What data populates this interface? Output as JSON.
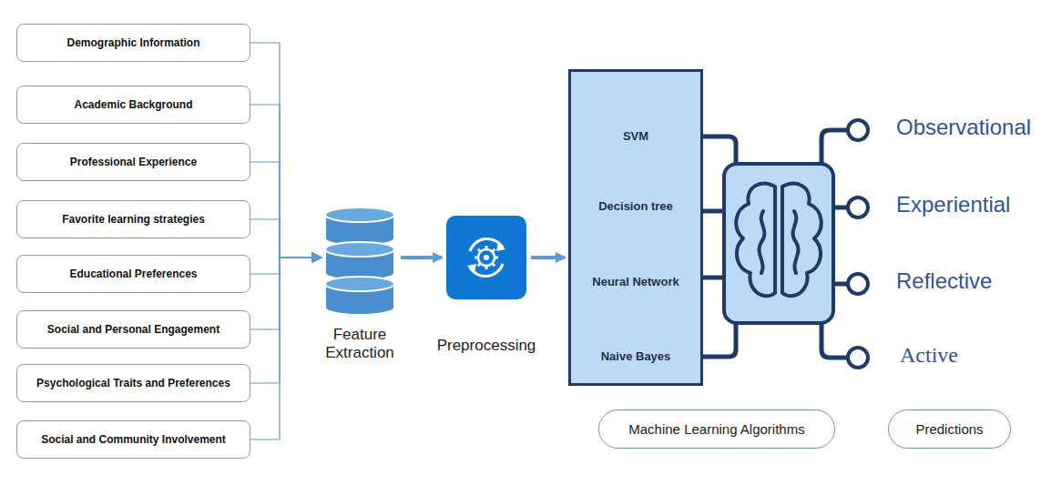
{
  "diagram": {
    "nodes": [
      {
        "text": [
          "Demographic Information"
        ]
      },
      {
        "text": [
          "Academic Background"
        ]
      },
      {
        "text": [
          "Professional Experience"
        ]
      },
      {
        "text": [
          "Favorite learning strategies"
        ]
      },
      {
        "text": [
          "Educational Preferences"
        ]
      },
      {
        "text": [
          "Social and Personal Engagement"
        ]
      },
      {
        "text": [
          "Psychological Traits and Preferences"
        ]
      },
      {
        "text": [
          "Social and Community Involvement"
        ]
      },
      {
        "text": [
          "Feature Extraction"
        ]
      },
      {
        "text": [
          "Preprocessing"
        ]
      },
      {
        "text": [
          "SVM",
          "Decision tree",
          "Neural Network",
          "Naive Bayes"
        ]
      },
      {
        "text": [
          "Machine Learning Algorithms"
        ]
      },
      {
        "text": [
          "Predictions"
        ]
      }
    ],
    "edges": [
      {
        "from": 0,
        "to": 8,
        "arrow": "to"
      },
      {
        "from": 1,
        "to": 8,
        "arrow": "to"
      },
      {
        "from": 2,
        "to": 8,
        "arrow": "to"
      },
      {
        "from": 3,
        "to": 8,
        "arrow": "to"
      },
      {
        "from": 4,
        "to": 8,
        "arrow": "to"
      },
      {
        "from": 5,
        "to": 8,
        "arrow": "to"
      },
      {
        "from": 6,
        "to": 8,
        "arrow": "to"
      },
      {
        "from": 7,
        "to": 8,
        "arrow": "to"
      },
      {
        "from": 8,
        "to": 9,
        "arrow": "to"
      },
      {
        "from": 9,
        "to": 10,
        "arrow": "to"
      }
    ],
    "labels": [
      "Observational",
      "Experiential",
      "Reflective",
      "Active"
    ]
  }
}
